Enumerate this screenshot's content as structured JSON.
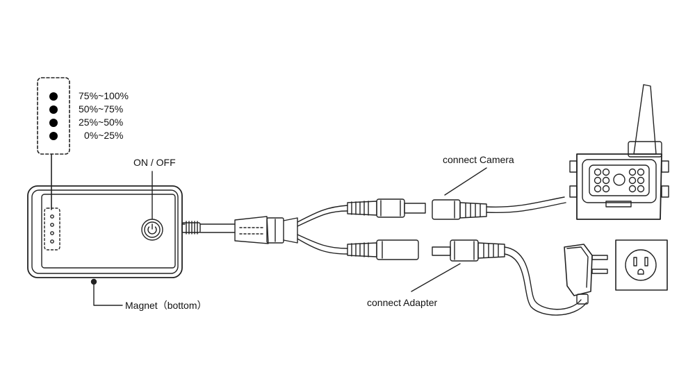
{
  "legend": {
    "items": [
      {
        "label": "75%~100%"
      },
      {
        "label": "50%~75%"
      },
      {
        "label": "25%~50%"
      },
      {
        "label": "0%~25%"
      }
    ]
  },
  "labels": {
    "on_off": "ON / OFF",
    "connect_camera": "connect  Camera",
    "connect_adapter": "connect  Adapter",
    "magnet": "Magnet（bottom）"
  },
  "colors": {
    "line": "#222222",
    "background": "#ffffff"
  }
}
